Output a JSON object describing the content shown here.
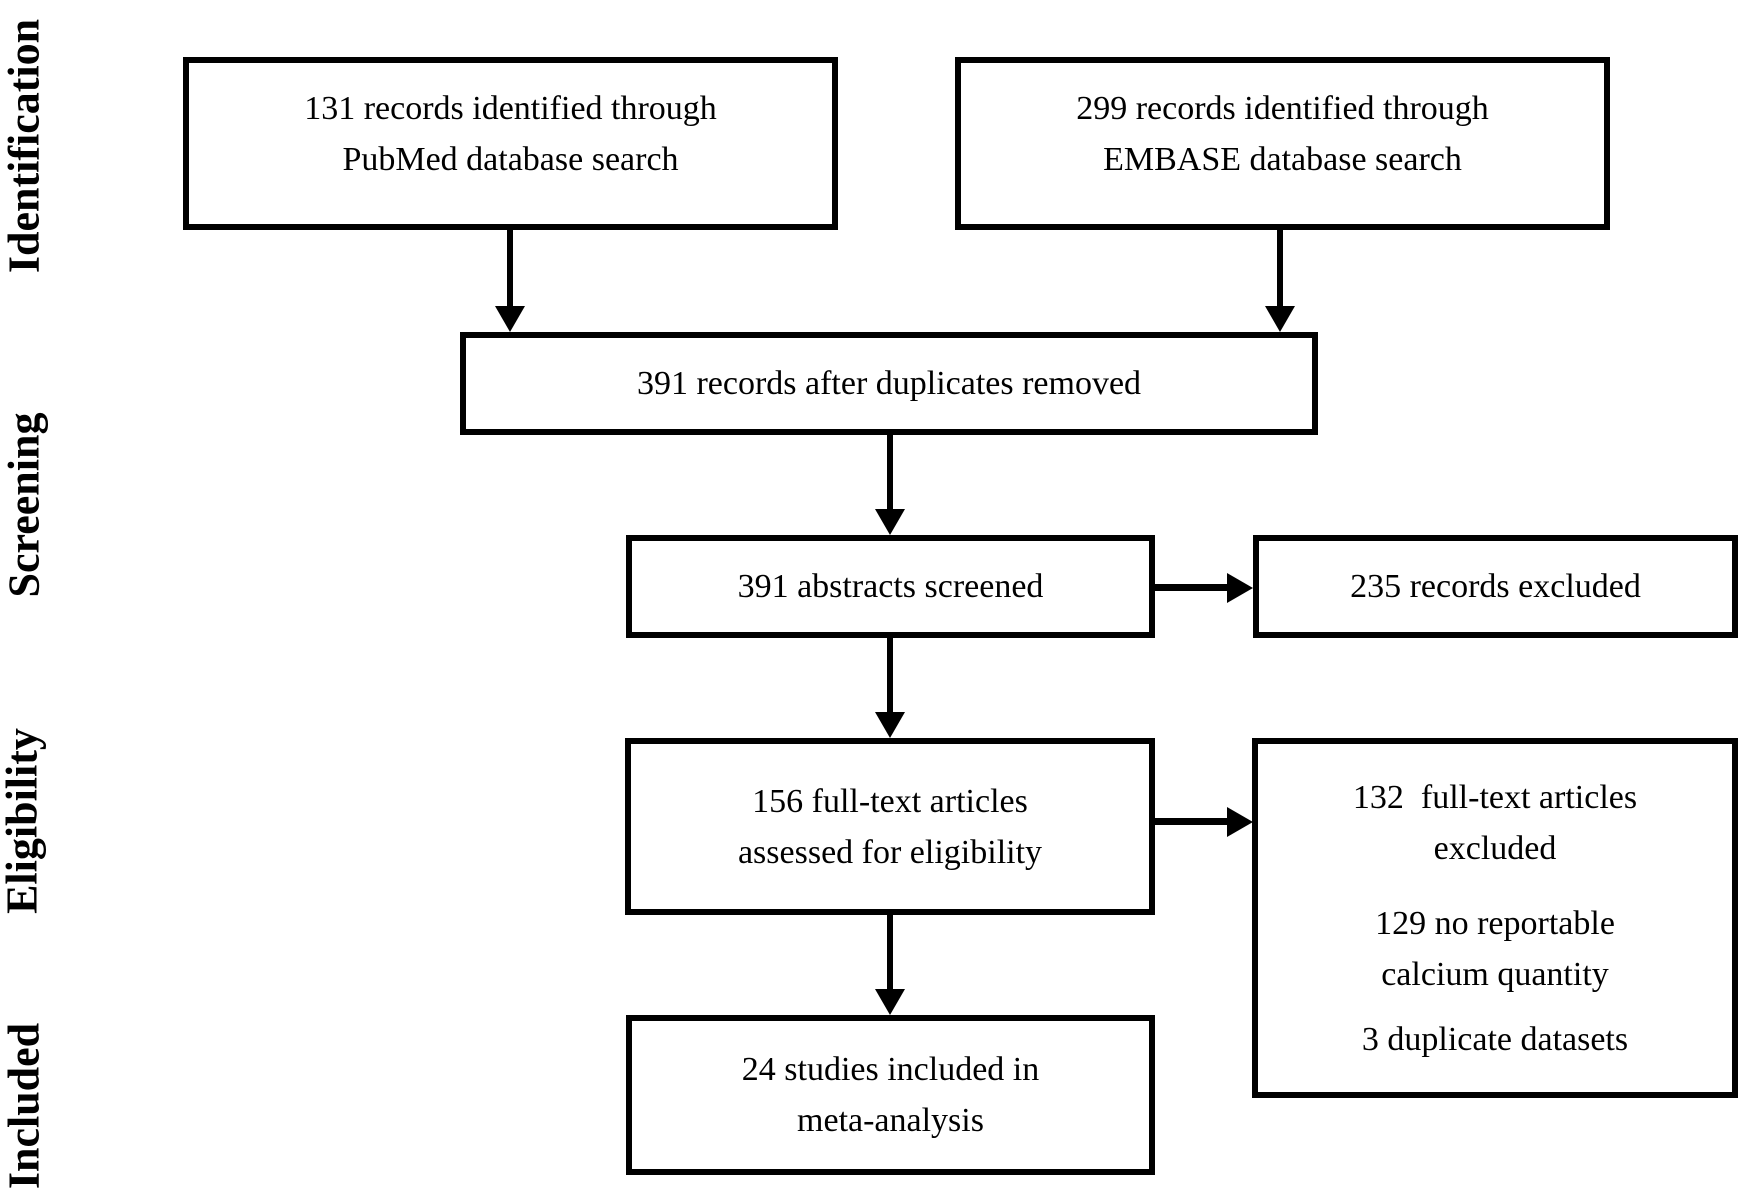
{
  "diagram_type": "prisma-flow",
  "colors": {
    "ink": "#000000",
    "background": "#ffffff"
  },
  "stages": [
    {
      "label": "Identification"
    },
    {
      "label": "Screening"
    },
    {
      "label": "Eligibility"
    },
    {
      "label": "Included"
    }
  ],
  "boxes": {
    "pubmed": {
      "lines": [
        "131 records identified through",
        "PubMed database search"
      ]
    },
    "embase": {
      "lines": [
        "299 records identified through",
        "EMBASE database search"
      ]
    },
    "deduplicated": {
      "lines": [
        "391 records after duplicates removed"
      ]
    },
    "abstracts_screened": {
      "lines": [
        "391 abstracts screened"
      ]
    },
    "records_excluded": {
      "lines": [
        "235 records excluded"
      ]
    },
    "fulltext_assessed": {
      "lines": [
        "156 full-text articles",
        "assessed for eligibility"
      ]
    },
    "fulltext_excluded": {
      "lines": [
        "132  full-text articles",
        "excluded",
        "129 no reportable",
        "calcium quantity",
        "3 duplicate datasets"
      ]
    },
    "included_studies": {
      "lines": [
        "24 studies included in",
        "meta-analysis"
      ]
    }
  }
}
